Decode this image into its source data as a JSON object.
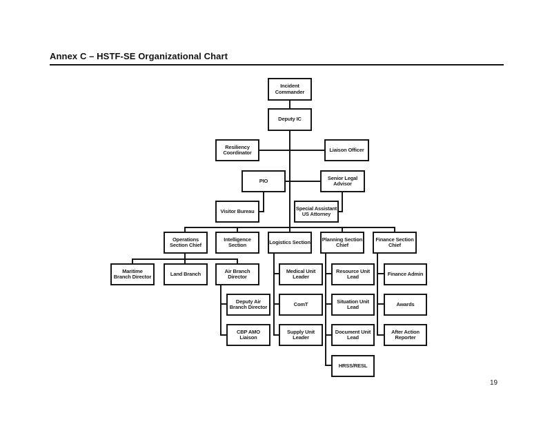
{
  "page": {
    "title": "Annex C – HSTF-SE Organizational Chart",
    "page_number": "19"
  },
  "chart": {
    "type": "org-chart",
    "nodes": {
      "incident_commander": "Incident\nCommander",
      "deputy_ic": "Deputy IC",
      "resiliency_coordinator": "Resiliency\nCoordinator",
      "liaison_officer": "Liaison Officer",
      "pio": "PIO",
      "senior_legal_advisor": "Senior Legal\nAdvisor",
      "visitor_bureau": "Visitor Bureau",
      "special_assistant_us_attorney": "Special Assistant\nUS Attorney",
      "operations_section_chief": "Operations\nSection Chief",
      "intelligence_section": "Intelligence\nSection",
      "logistics_section": "Logistics Section",
      "planning_section_chief": "Planning Section\nChief",
      "finance_section_chief": "Finance Section\nChief",
      "maritime_branch_director": "Maritime\nBranch Director",
      "land_branch": "Land Branch",
      "air_branch_director": "Air Branch\nDirector",
      "deputy_air_branch_director": "Deputy Air\nBranch Director",
      "cbp_amo_liaison": "CBP AMO\nLiaison",
      "medical_unit_leader": "Medical Unit\nLeader",
      "comt": "ComT",
      "supply_unit_leader": "Supply Unit\nLeader",
      "resource_unit_lead": "Resource Unit\nLead",
      "situation_unit_lead": "Situation Unit\nLead",
      "document_unit_lead": "Document Unit\nLead",
      "hrss_resl": "HRSS/RESL",
      "finance_admin": "Finance Admin",
      "awards": "Awards",
      "after_action_reporter": "After Action\nReporter"
    },
    "structure": {
      "Incident Commander": [
        "Deputy IC"
      ],
      "Deputy IC": [
        "Resiliency Coordinator",
        "Liaison Officer",
        "PIO",
        "Senior Legal Advisor",
        "Operations Section Chief",
        "Intelligence Section",
        "Logistics Section",
        "Planning Section Chief",
        "Finance Section Chief"
      ],
      "PIO": [
        "Visitor Bureau"
      ],
      "Senior Legal Advisor": [
        "Special Assistant US Attorney"
      ],
      "Operations Section Chief": [
        "Maritime Branch Director",
        "Land Branch",
        "Air Branch Director"
      ],
      "Air Branch Director": [
        "Deputy Air Branch Director",
        "CBP AMO Liaison"
      ],
      "Logistics Section": [
        "Medical Unit Leader",
        "ComT",
        "Supply Unit Leader"
      ],
      "Planning Section Chief": [
        "Resource Unit Lead",
        "Situation Unit Lead",
        "Document Unit Lead",
        "HRSS/RESL"
      ],
      "Finance Section Chief": [
        "Finance Admin",
        "Awards",
        "After Action Reporter"
      ]
    },
    "colors": {
      "box_border": "#161616",
      "line": "#161616",
      "text": "#1c1c1c",
      "background": "#ffffff"
    }
  }
}
